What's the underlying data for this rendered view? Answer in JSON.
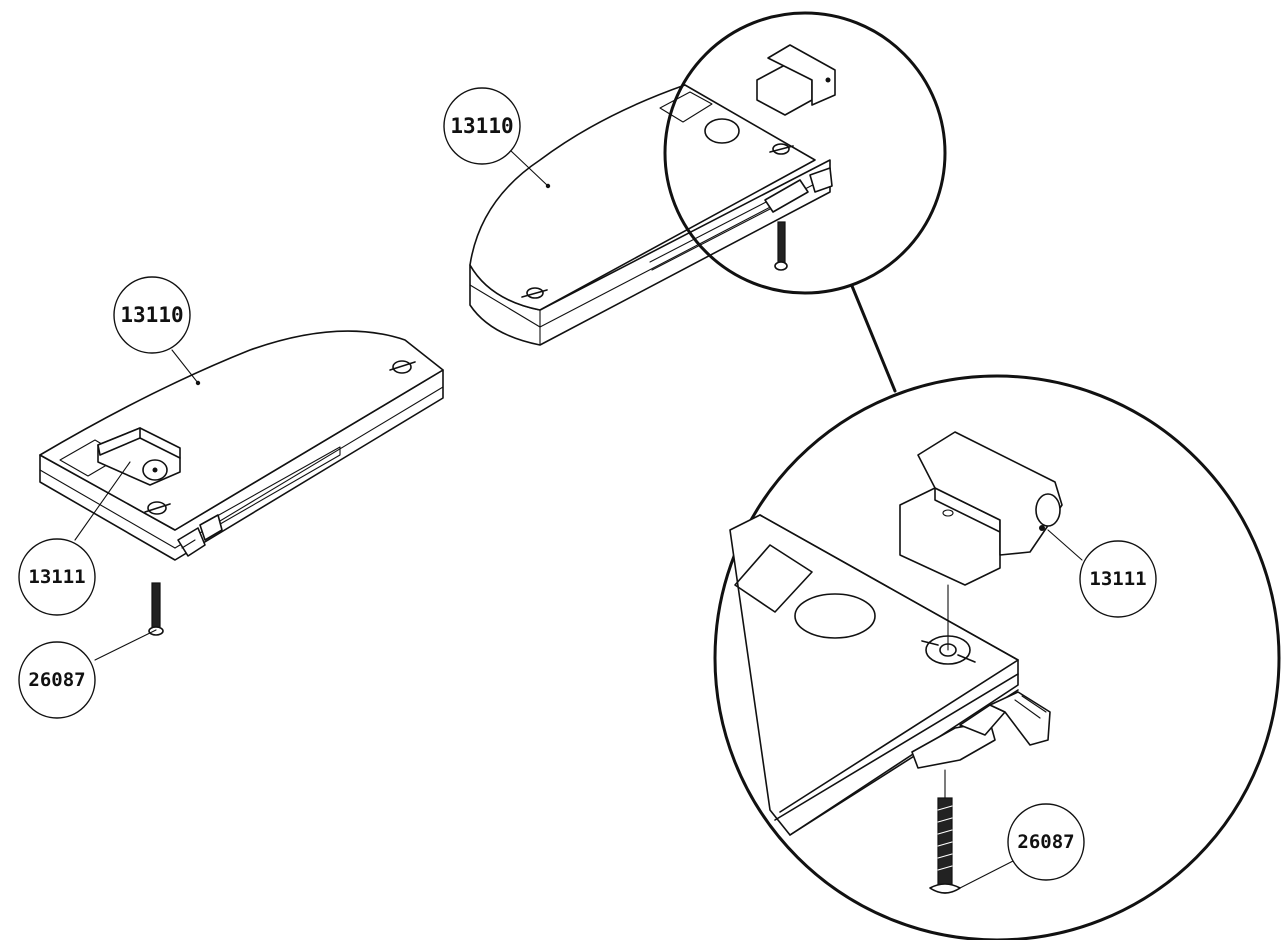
{
  "callouts": {
    "housing_left": "13110",
    "bracket_left": "13111",
    "screw_left": "26087",
    "housing_right": "13110",
    "bracket_detail": "13111",
    "screw_detail": "26087"
  },
  "colors": {
    "line": "#111111",
    "background": "#ffffff"
  }
}
